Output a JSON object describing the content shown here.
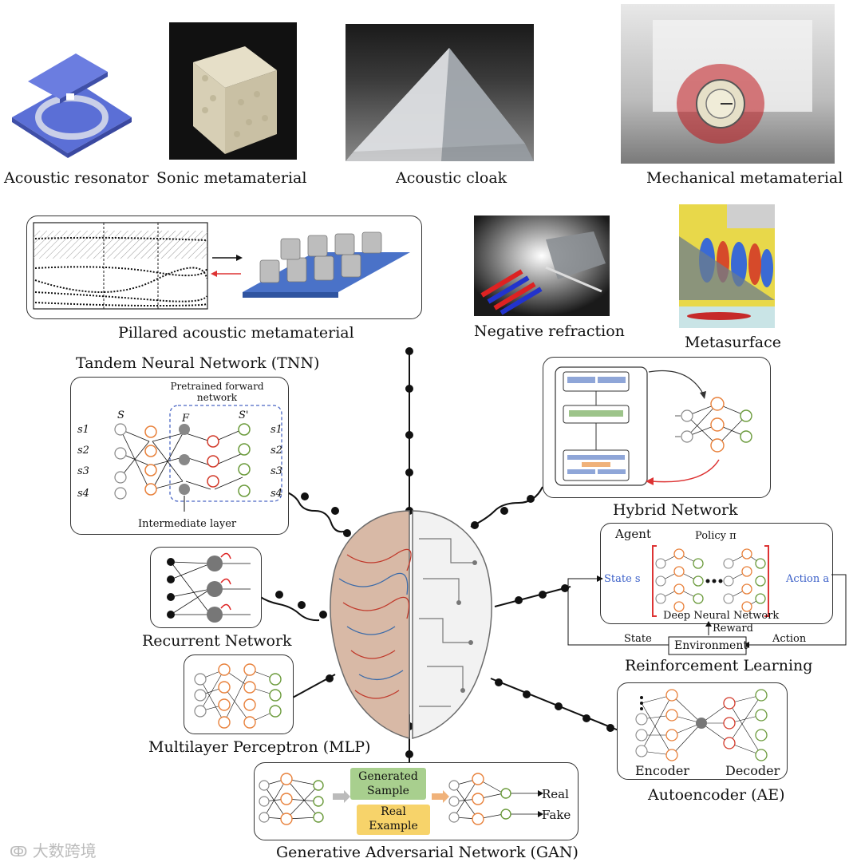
{
  "top_items": {
    "acoustic_resonator": "Acoustic resonator",
    "sonic_metamaterial": "Sonic metamaterial",
    "acoustic_cloak": "Acoustic cloak",
    "mechanical_metamaterial": "Mechanical metamaterial"
  },
  "middle_items": {
    "pillared": "Pillared acoustic metamaterial",
    "negative_refraction": "Negative refraction",
    "metasurface": "Metasurface"
  },
  "networks": {
    "tnn": {
      "title": "Tandem Neural Network (TNN)",
      "pretrained": "Pretrained forward network",
      "intermediate": "Intermediate layer",
      "s_label": "S",
      "f_label": "F",
      "s_prime_label": "S'",
      "inputs": [
        "s1",
        "s2",
        "s3",
        "s4"
      ],
      "outputs": [
        "s1",
        "s2",
        "s3",
        "s4"
      ]
    },
    "recurrent": {
      "title": "Recurrent Network"
    },
    "mlp": {
      "title": "Multilayer Perceptron (MLP)"
    },
    "gan": {
      "title": "Generative Adversarial Network (GAN)",
      "generated": "Generated Sample",
      "real_example": "Real Example",
      "real": "Real",
      "fake": "Fake"
    },
    "hybrid": {
      "title": "Hybrid Network"
    },
    "rl": {
      "title": "Reinforcement Learning",
      "agent": "Agent",
      "policy": "Policy π",
      "state_s": "State s",
      "action_a": "Action a",
      "dnn": "Deep Neural Network",
      "reward": "Reward",
      "environment": "Environment",
      "state": "State",
      "action": "Action"
    },
    "ae": {
      "title": "Autoencoder (AE)",
      "encoder": "Encoder",
      "decoder": "Decoder"
    }
  },
  "watermark": "大数跨境",
  "colors": {
    "orange_node": "#e8803a",
    "red_node": "#d23a2a",
    "green_node": "#6a9a3a",
    "blue_box": "#8fa6d8",
    "green_box": "#9dc48a",
    "gan_green": "#a8cf8e",
    "gan_yellow": "#f7d36a"
  }
}
